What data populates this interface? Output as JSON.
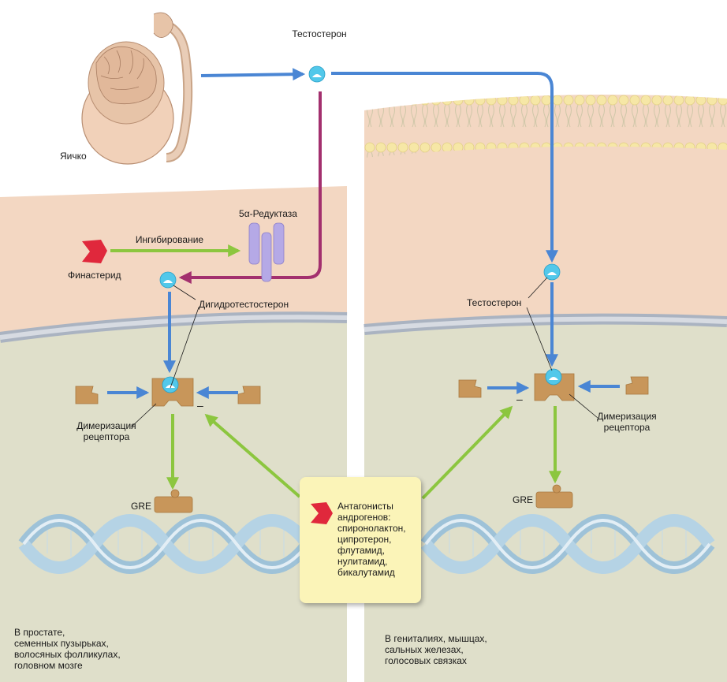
{
  "labels": {
    "testis": "Яичко",
    "testosterone_top": "Тестостерон",
    "reductase": "5α-Редуктаза",
    "inhibition": "Ингибирование",
    "finasteride": "Финастерид",
    "dht": "Дигидротестостерон",
    "dimerization_left": "Димеризация\nрецептора",
    "gre_left": "GRE",
    "testosterone_right": "Тестостерон",
    "dimerization_right": "Димеризация\nрецептора",
    "gre_right": "GRE",
    "minus_left": "–",
    "minus_right": "–",
    "antagonists": "Антагонисты\nандрогенов:\nспиронолактон,\nципротерон,\nфлутамид,\nнулитамид,\nбикалутамид",
    "left_tissues": "В простате,\nсеменных пузырьках,\nволосяных фолликулах,\nголовном мозге",
    "right_tissues": "В гениталиях, мышцах,\nсальных железах,\nголосовых связках"
  },
  "colors": {
    "blue_arrow": "#4a86d4",
    "magenta_arrow": "#a3306e",
    "green_arrow": "#8cc63f",
    "cyan_molecule": "#52c8ea",
    "receptor_tan": "#c8965a",
    "reductase_purple": "#b5a9e6",
    "finasteride_red": "#e0283c",
    "cytoplasm": "#f3d7c2",
    "nucleus": "#dfdfca",
    "membrane_band": "#f8eeb4",
    "dna": "#9ec2d8",
    "antagonist_box": "#fbf4b8"
  }
}
